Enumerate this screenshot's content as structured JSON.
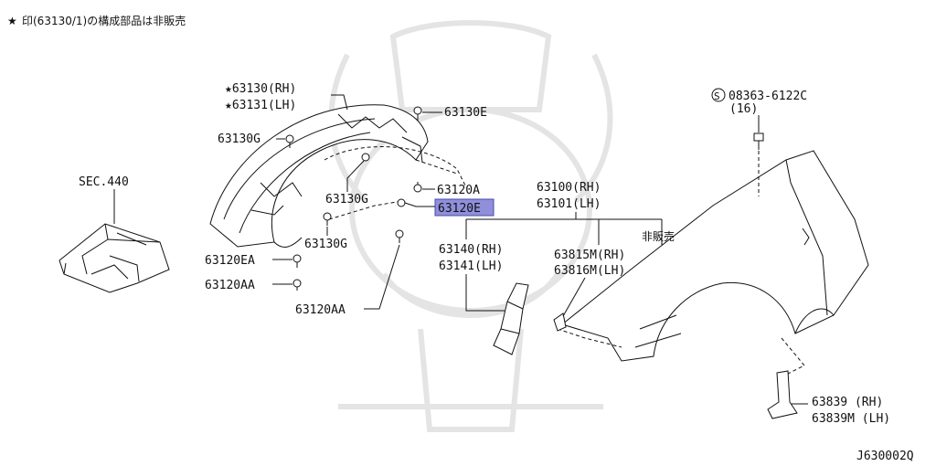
{
  "header": {
    "star": "★",
    "note": "印(63130/1)の構成部品は非販売"
  },
  "labels": {
    "p63130_rh": "★63130(RH)",
    "p63131_lh": "★63131(LH)",
    "p63130e": "63130E",
    "p63130g_a": "63130G",
    "sec440": "SEC.440",
    "p63130g_b": "63130G",
    "p63120a": "63120A",
    "p63120e": "63120E",
    "p63130g_c": "63130G",
    "p63120ea": "63120EA",
    "p63120aa_a": "63120AA",
    "p63120aa_b": "63120AA",
    "p63100_rh": "63100(RH)",
    "p63101_lh": "63101(LH)",
    "hihanbai": "非販売",
    "p63140_rh": "63140(RH)",
    "p63141_lh": "63141(LH)",
    "p63815m_rh": "63815M(RH)",
    "p63816m_lh": "63816M(LH)",
    "bolt_code": "08363-6122C",
    "bolt_qty": "(16)",
    "bolt_s": "S",
    "p63839_rh": "63839  (RH)",
    "p63839m_lh": "63839M (LH)",
    "figure_id": "J630002Q"
  },
  "highlight_color": "#8f8fdc"
}
